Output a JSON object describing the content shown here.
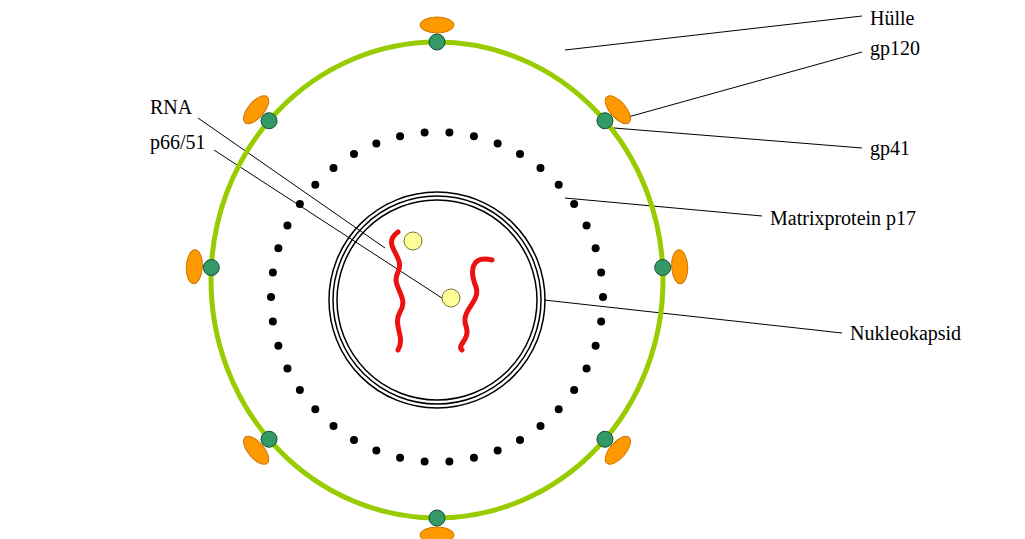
{
  "diagram": {
    "labels": [
      "Hülle",
      "gp120",
      "gp41",
      "Matrixprotein p17",
      "Nukleokapsid",
      "RNA",
      "p66/51"
    ]
  }
}
